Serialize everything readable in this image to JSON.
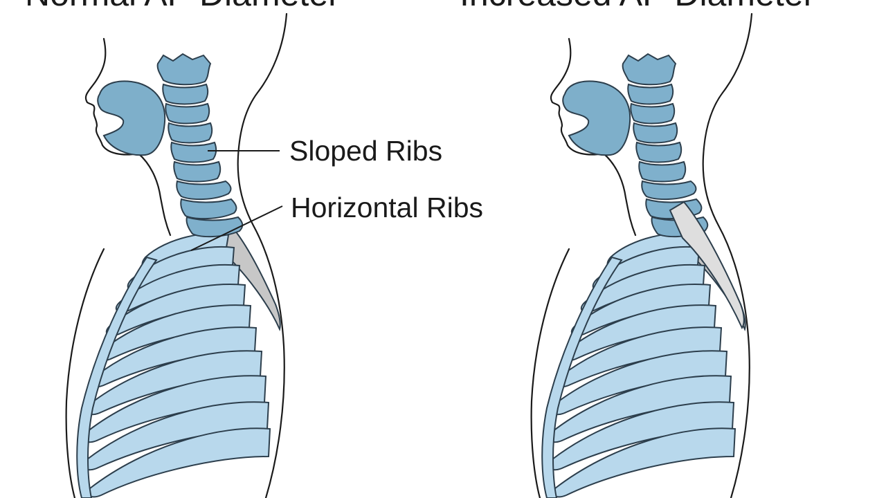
{
  "figure": {
    "title_left": "Normal AP Diameter",
    "title_right": "Increased AP Diameter",
    "label_sloped": "Sloped Ribs",
    "label_horizontal": "Horizontal Ribs"
  },
  "colors": {
    "rib_fill": "#b8d8ec",
    "rib_stroke": "#2c3e4c",
    "spine_fill": "#7fb0cc",
    "airway_fill": "#7eafca",
    "scapula_left": "#c7c7c7",
    "scapula_right": "#dedede",
    "background": "#ffffff"
  },
  "figures": [
    {
      "id": "normal",
      "description_side": "left"
    },
    {
      "id": "increased",
      "description_side": "right"
    }
  ]
}
